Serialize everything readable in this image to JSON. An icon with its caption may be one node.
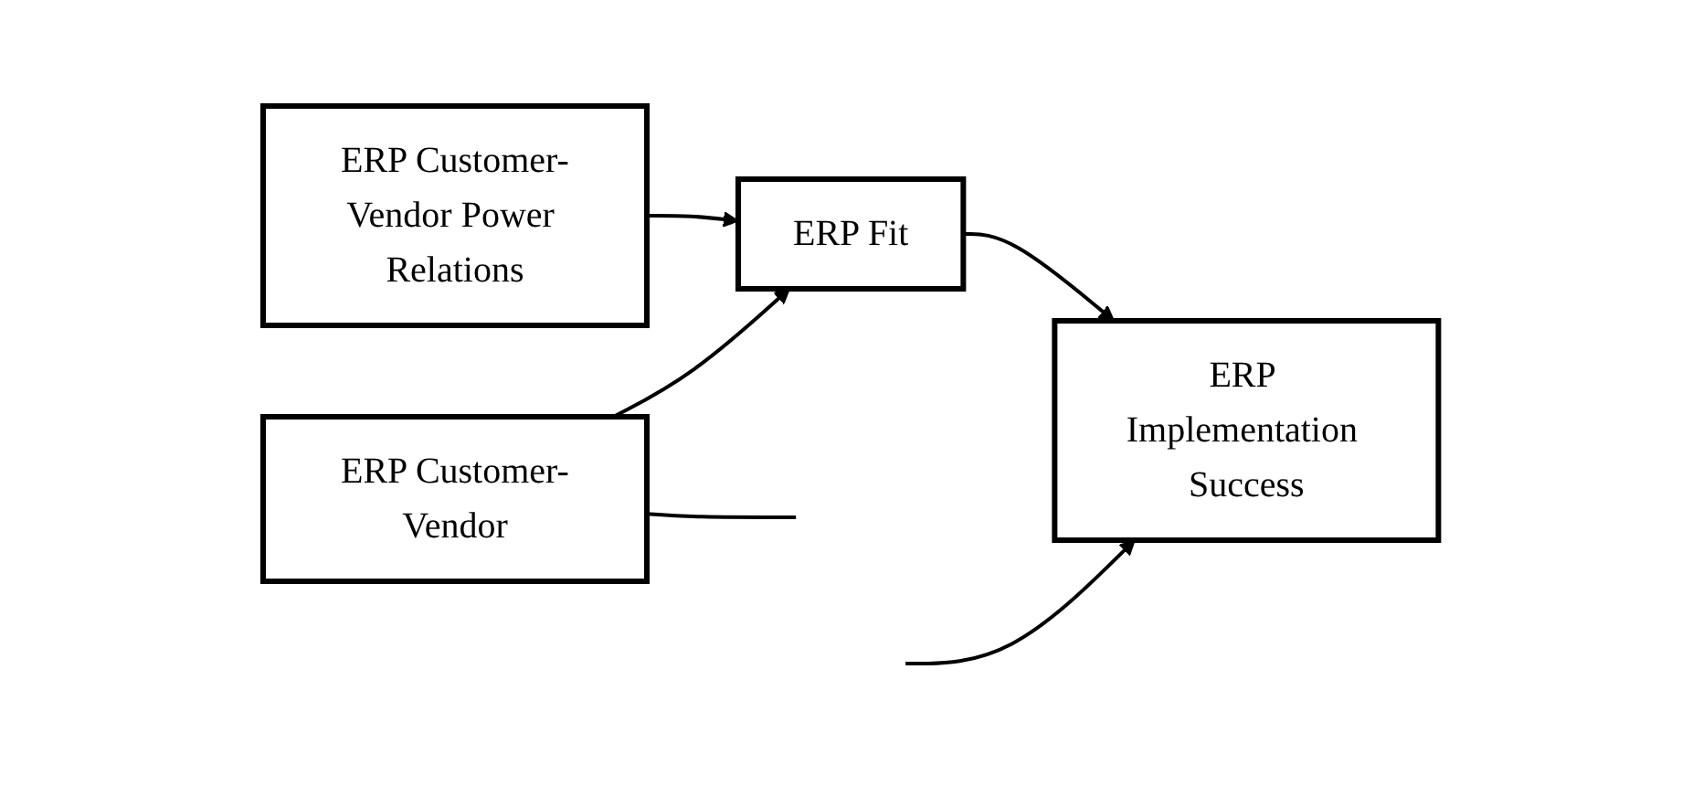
{
  "diagram": {
    "nodes": [
      {
        "text": [
          "ERP Customer-Vendor Power Relations"
        ]
      },
      {
        "text": [
          "ERP Fit"
        ]
      },
      {
        "text": [
          "ERP Implementation Success"
        ]
      },
      {
        "text": [
          "ERP Customer-Vendor"
        ]
      }
    ],
    "edges": [
      {
        "from": 0,
        "to": 1,
        "arrow": "to"
      },
      {
        "from": 3,
        "to": 1,
        "arrow": "to"
      },
      {
        "from": 1,
        "to": 2,
        "arrow": "to"
      },
      {
        "from": 3,
        "to": null,
        "arrow": "none"
      },
      {
        "from": null,
        "to": 2,
        "arrow": "to"
      }
    ]
  }
}
